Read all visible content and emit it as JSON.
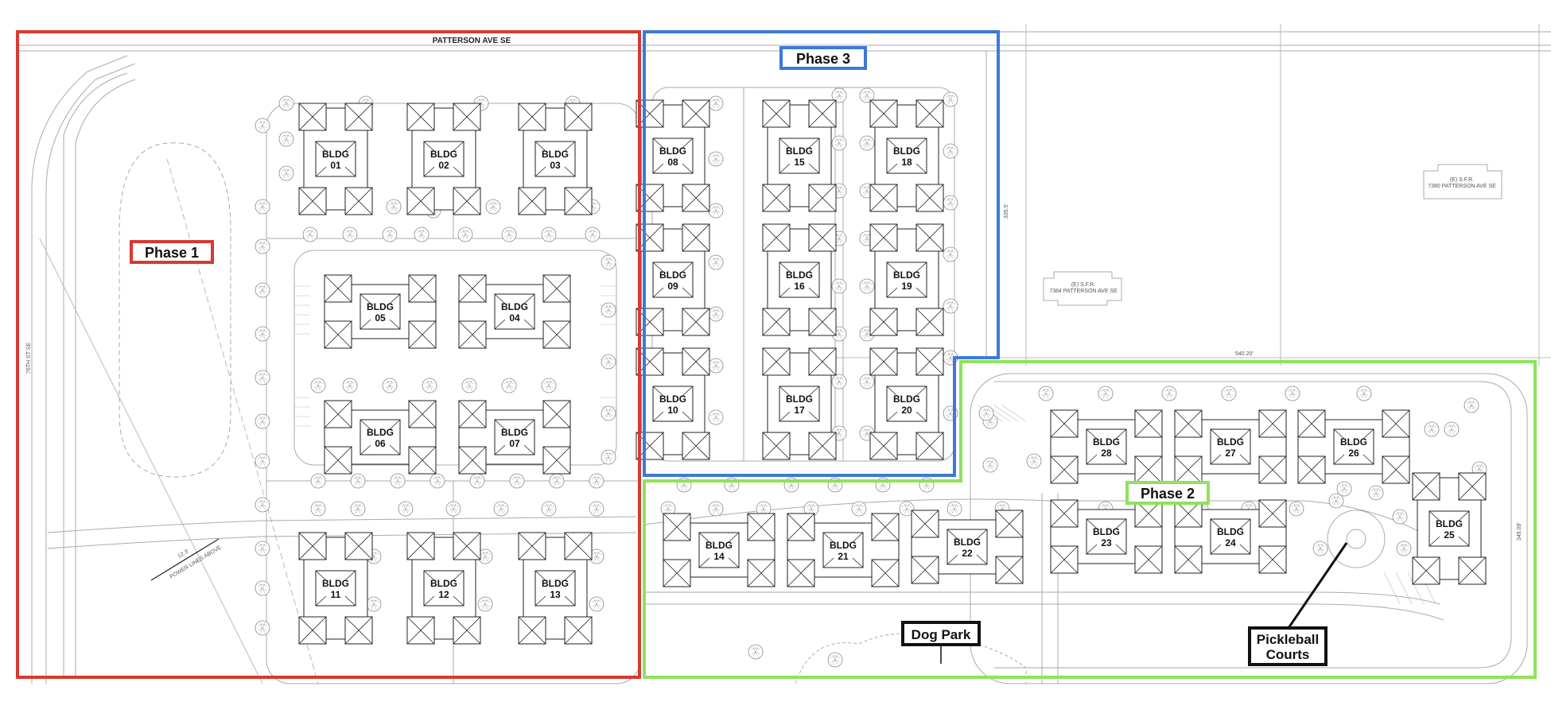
{
  "street": "PATTERSON AVE SE",
  "side_street": "76TH ST SE",
  "dimension_power": "12.3'",
  "power_lines_label": "POWER LINES ABOVE",
  "dim_right_top": "335.5'",
  "dim_bottom_line": "540.20'",
  "dim_right_edge": "349.09'",
  "sfr_1": {
    "line1": "(E) S.F.R.",
    "line2": "7384 PATTERSON AVE SE"
  },
  "sfr_2": {
    "line1": "(E) S.F.R.",
    "line2": "7380 PATTERSON AVE SE"
  },
  "phases": [
    {
      "label": "Phase 1",
      "color": "#d63a31"
    },
    {
      "label": "Phase 2",
      "color": "#8fe25b"
    },
    {
      "label": "Phase 3",
      "color": "#3b7ad9"
    }
  ],
  "callouts": {
    "dog_park": "Dog Park",
    "pickleball_line1": "Pickleball",
    "pickleball_line2": "Courts"
  },
  "buildings": [
    {
      "prefix": "BLDG",
      "num": "01"
    },
    {
      "prefix": "BLDG",
      "num": "02"
    },
    {
      "prefix": "BLDG",
      "num": "03"
    },
    {
      "prefix": "BLDG",
      "num": "05"
    },
    {
      "prefix": "BLDG",
      "num": "04"
    },
    {
      "prefix": "BLDG",
      "num": "06"
    },
    {
      "prefix": "BLDG",
      "num": "07"
    },
    {
      "prefix": "BLDG",
      "num": "11"
    },
    {
      "prefix": "BLDG",
      "num": "12"
    },
    {
      "prefix": "BLDG",
      "num": "13"
    },
    {
      "prefix": "BLDG",
      "num": "08"
    },
    {
      "prefix": "BLDG",
      "num": "15"
    },
    {
      "prefix": "BLDG",
      "num": "18"
    },
    {
      "prefix": "BLDG",
      "num": "09"
    },
    {
      "prefix": "BLDG",
      "num": "16"
    },
    {
      "prefix": "BLDG",
      "num": "19"
    },
    {
      "prefix": "BLDG",
      "num": "10"
    },
    {
      "prefix": "BLDG",
      "num": "17"
    },
    {
      "prefix": "BLDG",
      "num": "20"
    },
    {
      "prefix": "BLDG",
      "num": "28"
    },
    {
      "prefix": "BLDG",
      "num": "27"
    },
    {
      "prefix": "BLDG",
      "num": "26"
    },
    {
      "prefix": "BLDG",
      "num": "14"
    },
    {
      "prefix": "BLDG",
      "num": "21"
    },
    {
      "prefix": "BLDG",
      "num": "22"
    },
    {
      "prefix": "BLDG",
      "num": "23"
    },
    {
      "prefix": "BLDG",
      "num": "24"
    },
    {
      "prefix": "BLDG",
      "num": "25"
    }
  ]
}
